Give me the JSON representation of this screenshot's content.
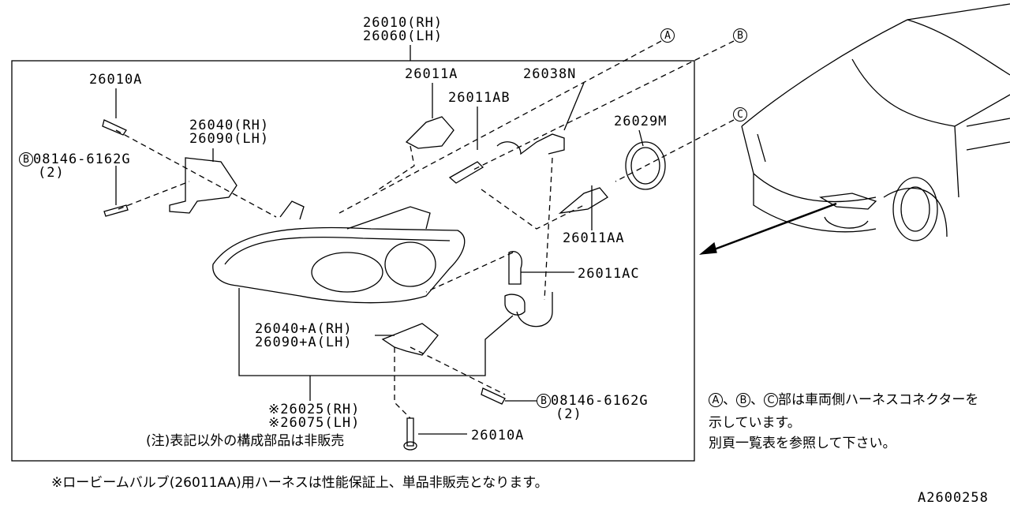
{
  "assembly": {
    "rh": "26010(RH)",
    "lh": "26060(LH)"
  },
  "connectors": {
    "a": "A",
    "b": "B",
    "c": "C"
  },
  "parts": {
    "bolt_top": "26010A",
    "bracket_rh": "26040(RH)",
    "bracket_lh": "26090(LH)",
    "bolt_left_code": "08146-6162G",
    "bolt_left_qty": "(2)",
    "bulb_a": "26011A",
    "bulb_ab": "26011AB",
    "harness": "26038N",
    "cover": "26029M",
    "bulb_aa": "26011AA",
    "bulb_ac": "26011AC",
    "bracket2_rh": "26040+A(RH)",
    "bracket2_lh": "26090+A(LH)",
    "bolt_right_code": "08146-6162G",
    "bolt_right_qty": "(2)",
    "lens_rh": "※26025(RH)",
    "lens_lh": "※26075(LH)",
    "bolt_bottom": "26010A"
  },
  "notes": {
    "not_sold": "(注)表記以外の構成部品は非販売",
    "connector_note_suffix": "部は車両側ハーネスコネクターを",
    "connector_note_line2": "示しています。",
    "connector_note_line3": "別頁一覧表を参照して下さい。",
    "sep": "、",
    "footnote": "※ロービームバルブ(26011AA)用ハーネスは性能保証上、単品非販売となります。"
  },
  "figure_id": "A2600258"
}
